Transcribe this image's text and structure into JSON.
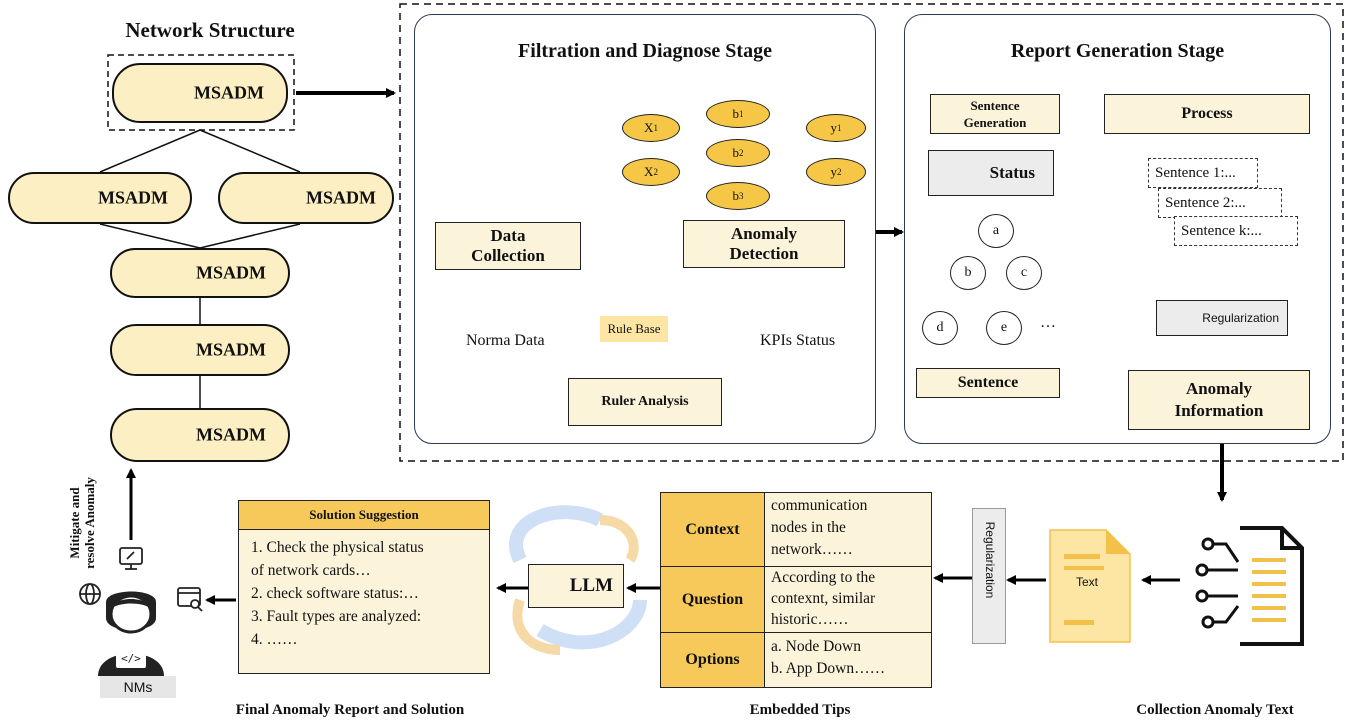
{
  "network": {
    "title": "Network Structure",
    "nodes": [
      {
        "label": "MSADM",
        "icon": "drone-icon"
      },
      {
        "label": "MSADM",
        "icon": "drone-icon"
      },
      {
        "label": "MSADM",
        "icon": "bus-icon"
      },
      {
        "label": "MSADM",
        "icon": "satellite-dish-icon"
      },
      {
        "label": "MSADM",
        "icon": "cell-tower-icon"
      },
      {
        "label": "MSADM",
        "icon": "server-icon"
      }
    ],
    "side_label_line1": "Mitigate and",
    "side_label_line2": "resolve Anomaly",
    "user_label": "NMs"
  },
  "filtration": {
    "title": "Filtration and Diagnose Stage",
    "data_collection_line1": "Data",
    "data_collection_line2": "Collection",
    "anomaly_detection_line1": "Anomaly",
    "anomaly_detection_line2": "Detection",
    "rule_base": "Rule Base",
    "norma_data": "Norma Data",
    "kpis_status": "KPIs Status",
    "ruler_analysis": "Ruler Analysis",
    "inputs": [
      "X",
      "X"
    ],
    "input_subs": [
      "1",
      "2"
    ],
    "hidden": [
      "b",
      "b",
      "b"
    ],
    "hidden_subs": [
      "1",
      "2",
      "3"
    ],
    "outputs": [
      "y",
      "y"
    ],
    "output_subs": [
      "1",
      "2"
    ]
  },
  "report": {
    "title": "Report Generation Stage",
    "sentence_generation_line1": "Sentence",
    "sentence_generation_line2": "Generation",
    "process": "Process",
    "status": "Status",
    "tree": [
      "a",
      "b",
      "c",
      "d",
      "e"
    ],
    "ellipsis": "…",
    "sentence": "Sentence",
    "sentences": [
      "Sentence 1:...",
      "Sentence 2:...",
      "Sentence k:..."
    ],
    "regularization": "Regularization",
    "anomaly_info_line1": "Anomaly",
    "anomaly_info_line2": "Information"
  },
  "tips": {
    "rows": [
      {
        "key": "Context",
        "lines": [
          "communication",
          "nodes in the",
          "network……"
        ]
      },
      {
        "key": "Question",
        "lines": [
          "According to the",
          "contexnt, similar",
          "historic……"
        ]
      },
      {
        "key": "Options",
        "lines": [
          "a. Node Down",
          "b. App Down……"
        ]
      }
    ]
  },
  "solution": {
    "title": "Solution Suggestion",
    "lines": [
      "1. Check the physical status",
      "of network cards…",
      "2. check software status:…",
      "3. Fault types are analyzed:",
      "4. ……"
    ]
  },
  "llm": {
    "label": "LLM"
  },
  "collection": {
    "text_label": "Text",
    "regularization": "Regularization"
  },
  "captions": {
    "final": "Final Anomaly Report and Solution",
    "embedded": "Embedded Tips",
    "collection": "Collection Anomaly Text"
  }
}
